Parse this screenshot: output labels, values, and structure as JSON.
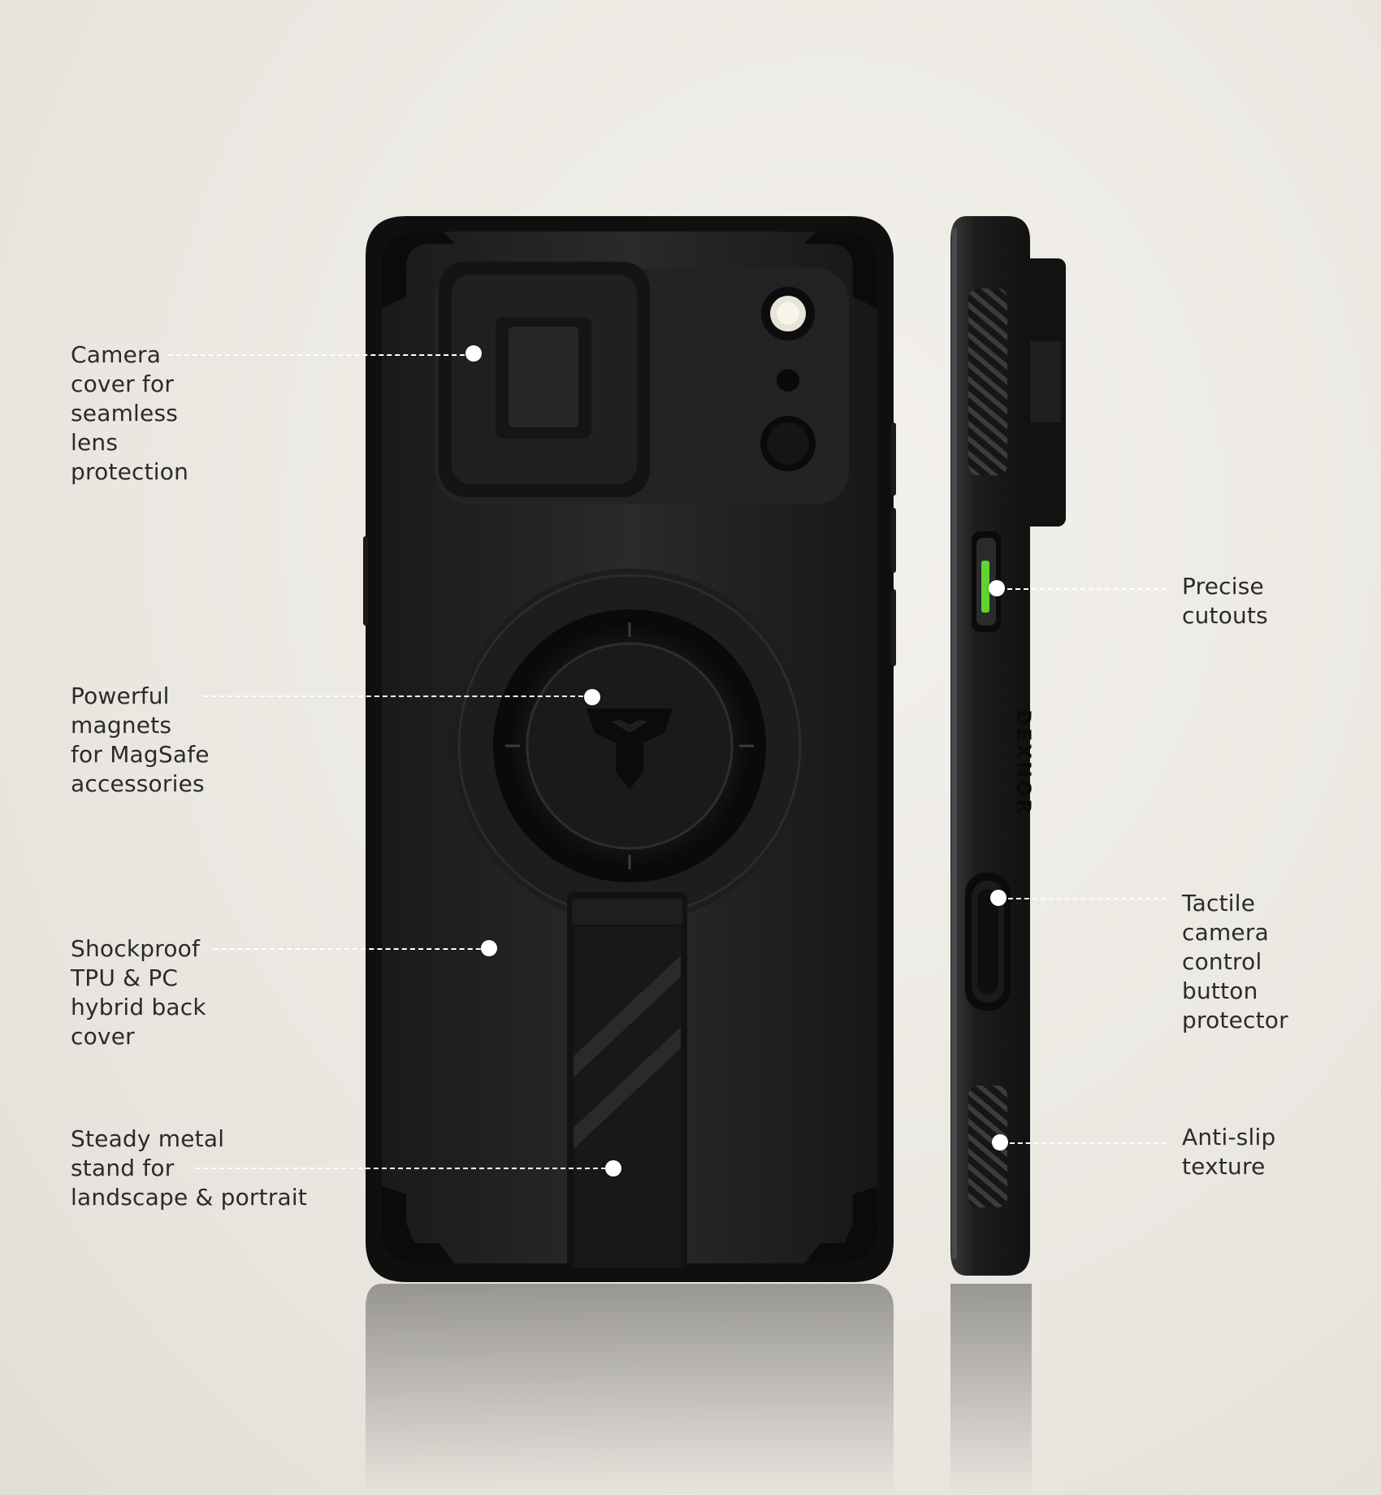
{
  "callouts": {
    "camera_cover": "Camera\ncover for\nseamless\nlens\nprotection",
    "magnets": "Powerful\nmagnets\nfor MagSafe\naccessories",
    "shockproof": "Shockproof\nTPU & PC\nhybrid back\ncover",
    "stand": "Steady metal\nstand for\nlandscape & portrait",
    "cutouts": "Precise\ncutouts",
    "camera_control": "Tactile\ncamera\ncontrol\nbutton\nprotector",
    "anti_slip": "Anti-slip\ntexture"
  },
  "brand": "DEXNOR",
  "colors": {
    "case_body": "#1f1f20",
    "case_dark": "#0e0e0f",
    "accent_green": "#5fd42f",
    "leader": "#ffffff",
    "text": "#2b2b2b"
  }
}
